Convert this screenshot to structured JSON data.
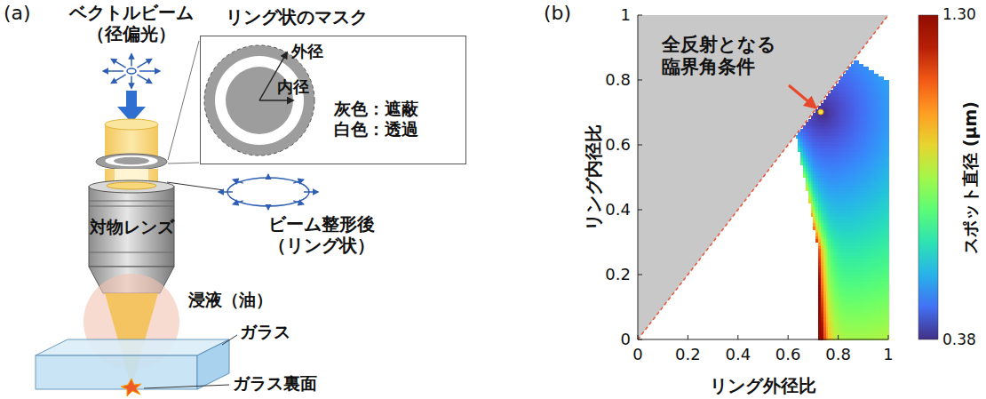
{
  "diagram": {
    "nodes": [
      {
        "text": [
          "リング状のマスク",
          "外径",
          "内径",
          "灰色：遮蔽 白色：透過"
        ]
      }
    ],
    "labels": [
      "(a)",
      "ベクトルビーム （径偏光）",
      "ビーム整形後 （リング状）",
      "対物レンズ",
      "浸液（油）",
      "ガラス",
      "ガラス裏面",
      "(b)",
      "全反射となる 臨界角条件",
      "0",
      "0.2",
      "0.4",
      "0.6",
      "0.8",
      "1",
      "0",
      "0.2",
      "0.4",
      "0.6",
      "0.8",
      "1",
      "リング外径比",
      "リング内径比",
      "1.30",
      "0.38",
      "スポット直径 (μm)"
    ]
  }
}
